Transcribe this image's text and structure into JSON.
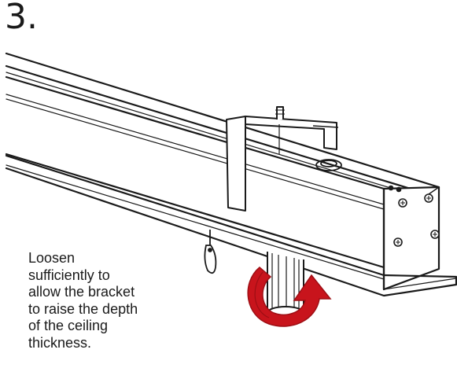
{
  "step": {
    "number": "3."
  },
  "instruction": {
    "lines": [
      "Loosen",
      "sufficiently to",
      "allow the bracket",
      "to raise the depth",
      "of the ceiling",
      "thickness."
    ]
  },
  "icons": {
    "rotation_arrow": "rotate-arrow-icon",
    "housing": "projector-screen-housing-icon",
    "bracket": "mounting-bracket-icon",
    "knob": "adjustment-knob-icon",
    "pull_cord": "pull-cord-icon"
  },
  "colors": {
    "arrow": "#c8141c",
    "arrow_shade": "#9e0e14",
    "line": "#1a1a1a"
  }
}
